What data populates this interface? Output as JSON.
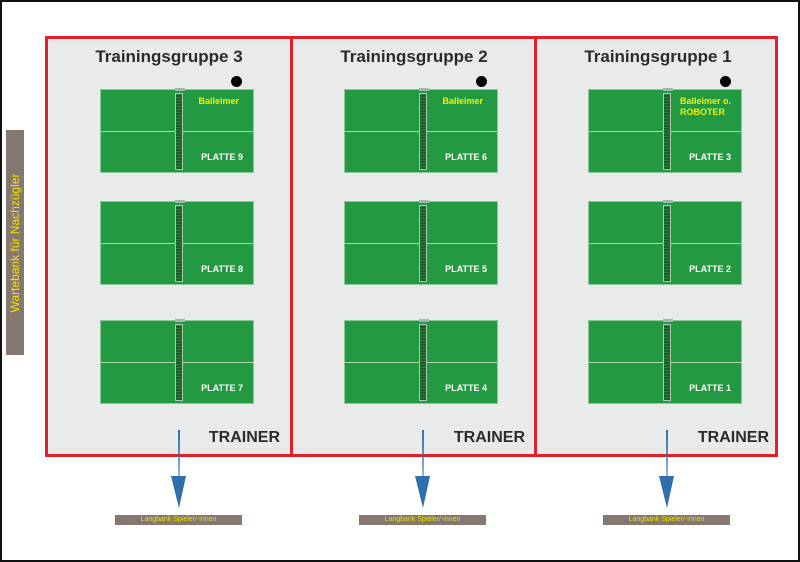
{
  "diagram": {
    "waiting_bench_label": "Wartebank für Nachzügler",
    "trainer_label": "TRAINER",
    "player_bench_label": "Langbank Spieler/-innen",
    "colors": {
      "hall_border": "#e3202a",
      "hall_floor": "#e9eaea",
      "table_green": "#239a42",
      "bench_brown": "#857870",
      "label_yellow": "#f2f200",
      "arrow_blue": "#2e6fae"
    },
    "groups": [
      {
        "title": "Trainingsgruppe 3",
        "trainer": "TRAINER",
        "tables": [
          {
            "plate": "PLATTE 9",
            "note": "Balleimer"
          },
          {
            "plate": "PLATTE 8",
            "note": ""
          },
          {
            "plate": "PLATTE 7",
            "note": ""
          }
        ],
        "bench": "Langbank Spieler/-innen"
      },
      {
        "title": "Trainingsgruppe 2",
        "trainer": "TRAINER",
        "tables": [
          {
            "plate": "PLATTE 6",
            "note": "Balleimer"
          },
          {
            "plate": "PLATTE 5",
            "note": ""
          },
          {
            "plate": "PLATTE 4",
            "note": ""
          }
        ],
        "bench": "Langbank Spieler/-innen"
      },
      {
        "title": "Trainingsgruppe 1",
        "trainer": "TRAINER",
        "tables": [
          {
            "plate": "PLATTE 3",
            "note": "Balleimer o.",
            "note2": "ROBOTER"
          },
          {
            "plate": "PLATTE 2",
            "note": ""
          },
          {
            "plate": "PLATTE 1",
            "note": ""
          }
        ],
        "bench": "Langbank Spieler/-innen"
      }
    ]
  }
}
